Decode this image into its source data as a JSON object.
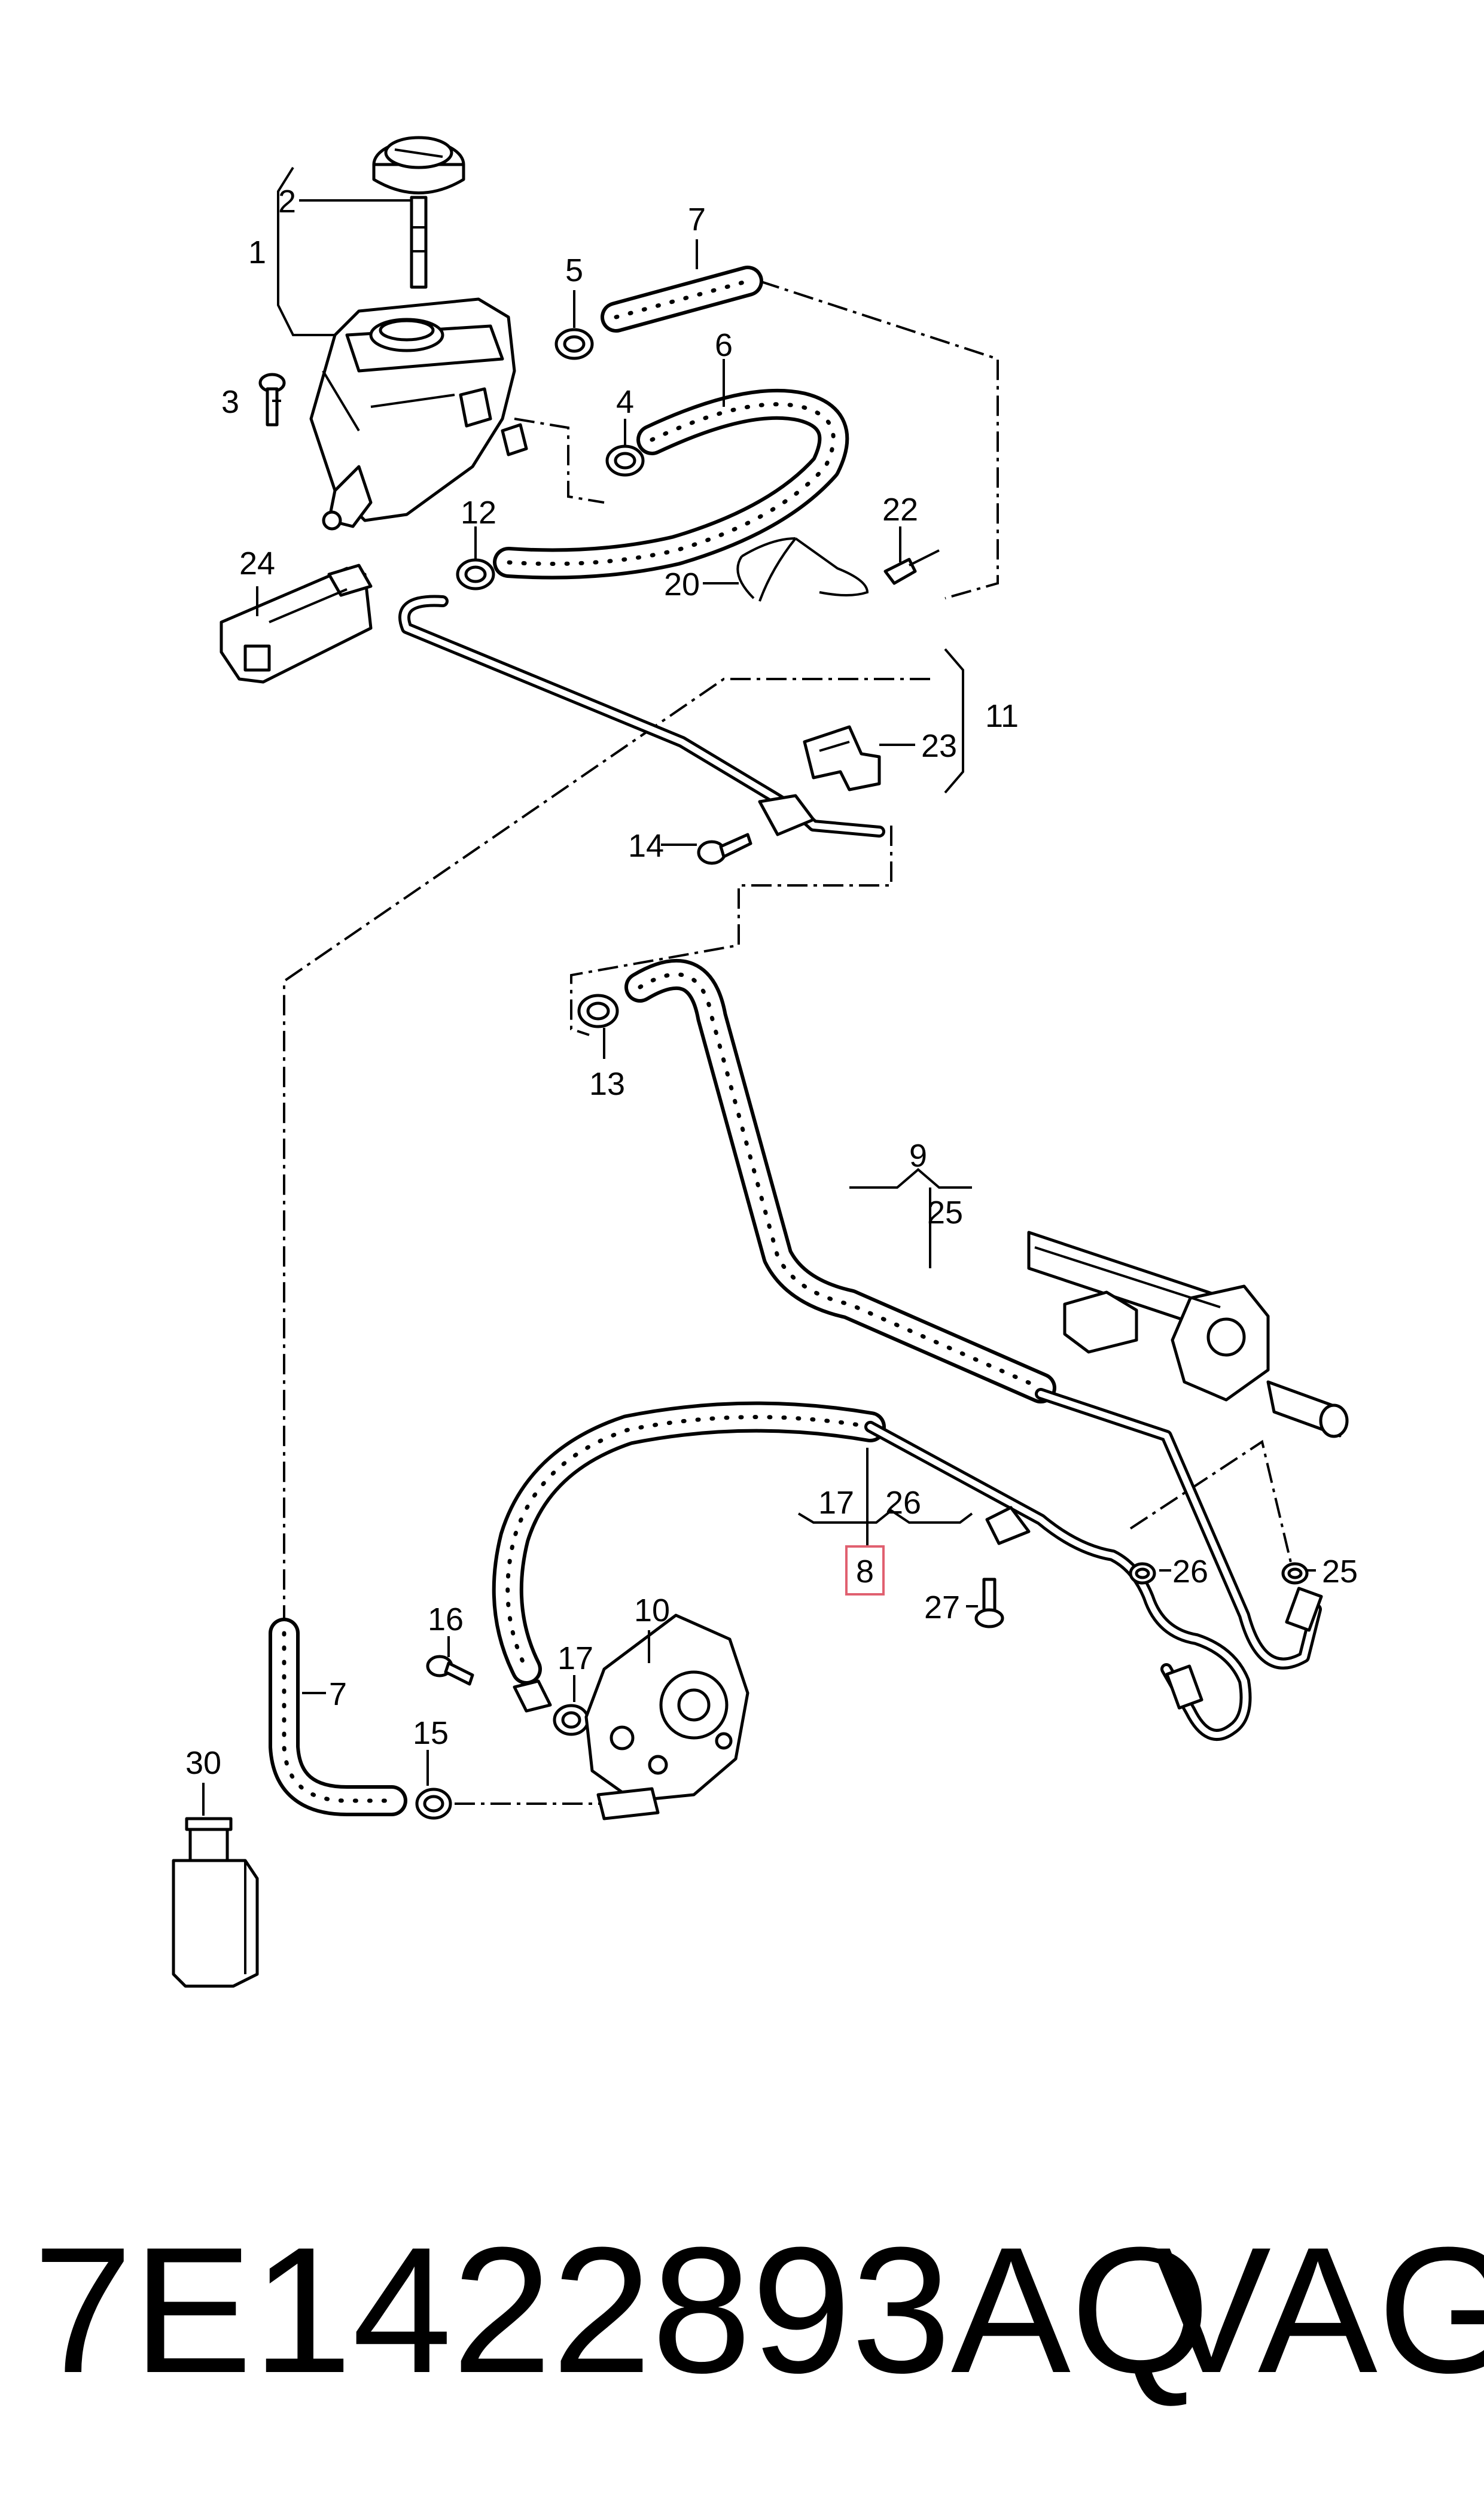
{
  "callouts": {
    "c1": "1",
    "c2": "2",
    "c3": "3",
    "c4": "4",
    "c5": "5",
    "c6": "6",
    "c7_top": "7",
    "c7_bottom": "7",
    "c8": "8",
    "c9": "9",
    "c10": "10",
    "c11": "11",
    "c12": "12",
    "c13": "13",
    "c14": "14",
    "c15": "15",
    "c16": "16",
    "c17_pump": "17",
    "c17_group": "17",
    "c20": "20",
    "c22": "22",
    "c23": "23",
    "c24": "24",
    "c25_group": "25",
    "c25_ring": "25",
    "c26_group": "26",
    "c26_ring": "26",
    "c27": "27",
    "c30": "30"
  },
  "footer": {
    "part_number": "7E1422893AQ",
    "brand": "VAG"
  },
  "colors": {
    "line": "#000000",
    "highlight_box": "#e06070"
  },
  "highlighted_callout": "8"
}
